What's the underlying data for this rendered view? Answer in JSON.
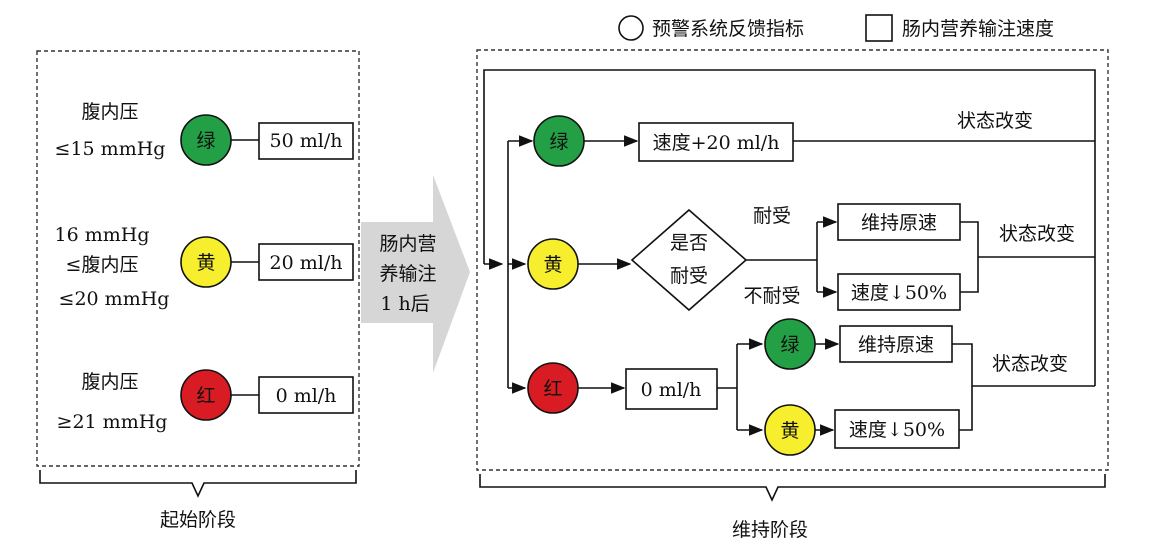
{
  "legend": {
    "circle_label": "预警系统反馈指标",
    "square_label": "肠内营养输注速度"
  },
  "colors": {
    "green": "#23a045",
    "yellow": "#f7ef2e",
    "red": "#d91c24",
    "arrow": "#d6d6d6"
  },
  "initial": {
    "stage_label": "起始阶段",
    "rows": [
      {
        "condition": [
          "腹内压",
          "≤15 mmHg"
        ],
        "indicator": "绿",
        "rate": "50 ml/h"
      },
      {
        "condition": [
          "16 mmHg",
          "≤腹内压",
          "≤20 mmHg"
        ],
        "indicator": "黄",
        "rate": "20 ml/h"
      },
      {
        "condition": [
          "腹内压",
          "≥21 mmHg"
        ],
        "indicator": "红",
        "rate": "0 ml/h"
      }
    ]
  },
  "transition": {
    "lines": [
      "肠内营",
      "养输注",
      "1 h后"
    ]
  },
  "maintenance": {
    "stage_label": "维持阶段",
    "green": {
      "indicator": "绿",
      "action": "速度+20 ml/h",
      "note": "状态改变"
    },
    "yellow": {
      "indicator": "黄",
      "decision": [
        "是否",
        "耐受"
      ],
      "tolerate_label": "耐受",
      "not_tolerate_label": "不耐受",
      "tolerate_action": "维持原速",
      "not_tolerate_action": "速度↓50%",
      "note": "状态改变"
    },
    "red": {
      "indicator": "红",
      "action": "0 ml/h",
      "sub_green": {
        "indicator": "绿",
        "action": "维持原速"
      },
      "sub_yellow": {
        "indicator": "黄",
        "action": "速度↓50%"
      },
      "note": "状态改变"
    }
  }
}
